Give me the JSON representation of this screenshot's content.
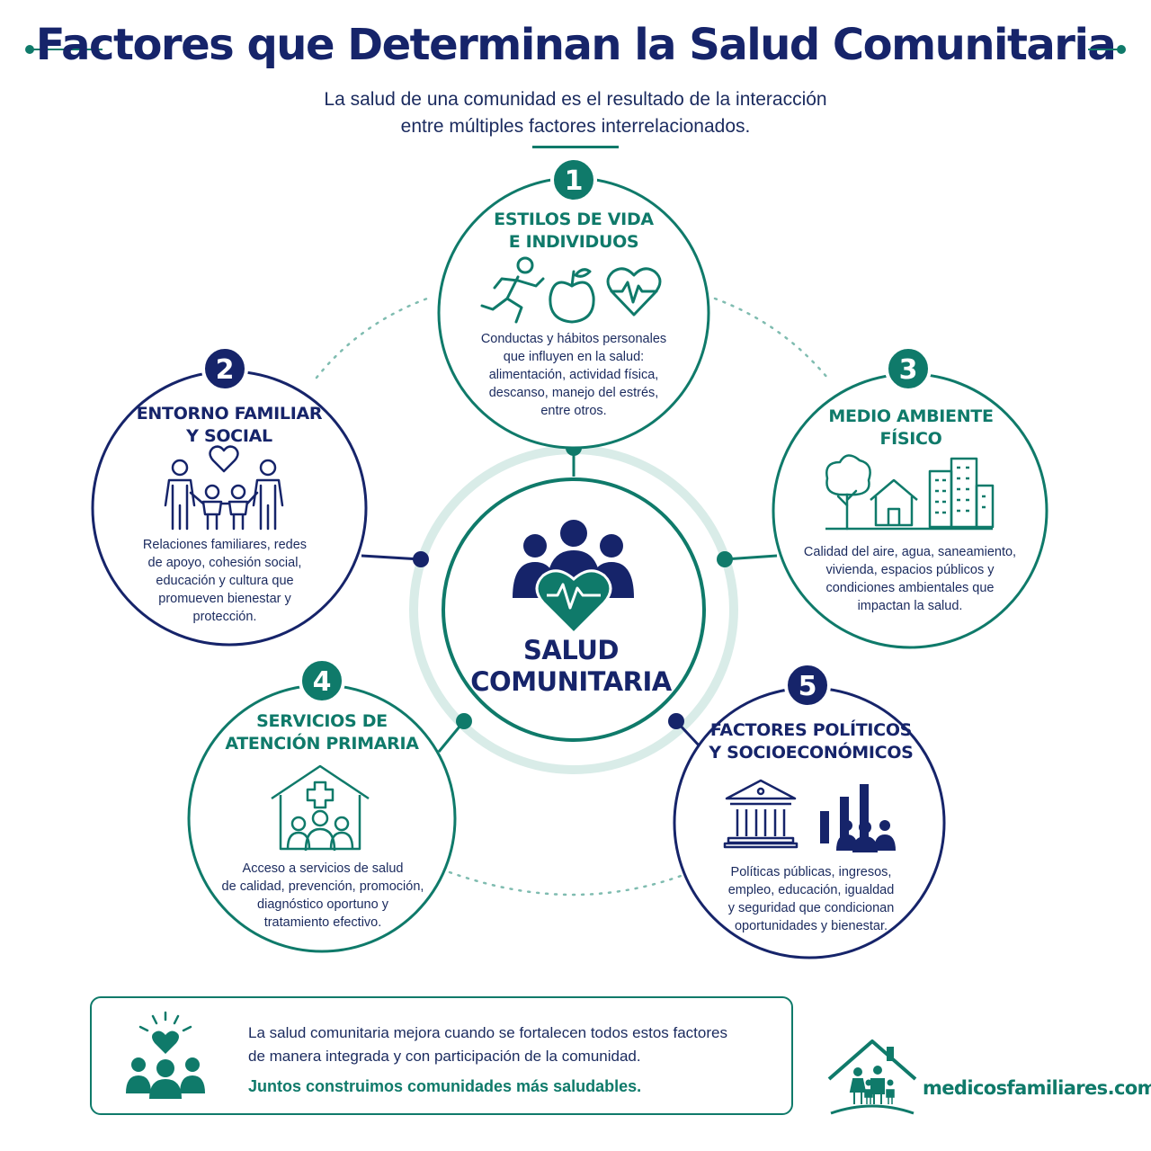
{
  "header": {
    "title": "Factores que Determinan la Salud Comunitaria",
    "subtitle_line1": "La salud de una comunidad es el resultado de la interacción",
    "subtitle_line2": "entre múltiples factores interrelacionados."
  },
  "center": {
    "line1": "SALUD",
    "line2": "COMUNITARIA"
  },
  "factors": [
    {
      "number": "1",
      "title_line1": "ESTILOS DE VIDA",
      "title_line2": "E INDIVIDUOS",
      "desc": [
        "Conductas y hábitos personales",
        "que influyen en la salud:",
        "alimentación, actividad física,",
        "descanso, manejo del estrés,",
        "entre otros."
      ],
      "icons": [
        "running-person-icon",
        "apple-icon",
        "heart-pulse-icon"
      ]
    },
    {
      "number": "2",
      "title_line1": "ENTORNO FAMILIAR",
      "title_line2": "Y SOCIAL",
      "desc": [
        "Relaciones familiares, redes",
        "de apoyo, cohesión social,",
        "educación y cultura que",
        "promueven bienestar y",
        "protección."
      ],
      "icons": [
        "family-icon",
        "heart-icon"
      ]
    },
    {
      "number": "3",
      "title_line1": "MEDIO AMBIENTE",
      "title_line2": "FÍSICO",
      "desc": [
        "Calidad del aire, agua, saneamiento,",
        "vivienda, espacios públicos y",
        "condiciones ambientales que",
        "impactan la salud."
      ],
      "icons": [
        "tree-icon",
        "house-icon",
        "buildings-icon"
      ]
    },
    {
      "number": "4",
      "title_line1": "SERVICIOS DE",
      "title_line2": "ATENCIÓN PRIMARIA",
      "desc": [
        "Acceso a servicios de salud",
        "de calidad, prevención, promoción,",
        "diagnóstico oportuno y",
        "tratamiento efectivo."
      ],
      "icons": [
        "clinic-icon"
      ]
    },
    {
      "number": "5",
      "title_line1": "FACTORES POLÍTICOS",
      "title_line2": "Y SOCIOECONÓMICOS",
      "desc": [
        "Políticas públicas, ingresos,",
        "empleo, educación, igualdad",
        "y seguridad que condicionan",
        "oportunidades y bienestar."
      ],
      "icons": [
        "government-building-icon",
        "bar-chart-people-icon"
      ]
    }
  ],
  "footer": {
    "text_line1": "La salud comunitaria mejora cuando se fortalecen todos estos factores",
    "text_line2": "de manera integrada y con participación de la comunidad.",
    "highlight": "Juntos construimos comunidades más saludables.",
    "brand": "medicosfamiliares.com"
  },
  "colors": {
    "teal": "#0f7a6a",
    "navy": "#16246a",
    "light_teal": "#d9ece8"
  }
}
